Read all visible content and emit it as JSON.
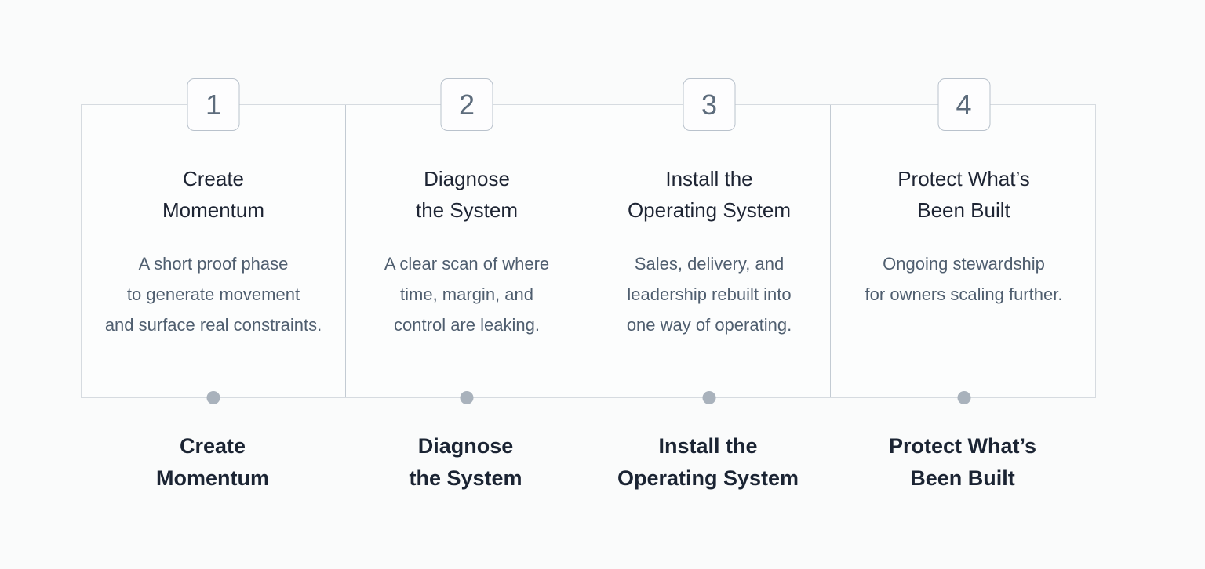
{
  "steps": [
    {
      "number": "1",
      "title_lines": [
        "Create",
        "Momentum"
      ],
      "desc_lines": [
        "A short proof phase",
        "to generate movement",
        "and surface real constraints."
      ],
      "label_lines": [
        "Create",
        "Momentum"
      ]
    },
    {
      "number": "2",
      "title_lines": [
        "Diagnose",
        "the System"
      ],
      "desc_lines": [
        "A clear scan of where",
        "time, margin, and",
        "control are leaking."
      ],
      "label_lines": [
        "Diagnose",
        "the System"
      ]
    },
    {
      "number": "3",
      "title_lines": [
        "Install the",
        "Operating System"
      ],
      "desc_lines": [
        "Sales, delivery, and",
        "leadership rebuilt into",
        "one way of operating."
      ],
      "label_lines": [
        "Install the",
        "Operating System"
      ]
    },
    {
      "number": "4",
      "title_lines": [
        "Protect What’s",
        "Been Built"
      ],
      "desc_lines": [
        "Ongoing stewardship",
        "for owners scaling further."
      ],
      "label_lines": [
        "Protect What’s",
        "Been Built"
      ]
    }
  ],
  "colors": {
    "page_background": "#fafbfb",
    "container_border": "#d6dbe0",
    "divider": "#c3cbd3",
    "badge_border": "#b9c2cc",
    "badge_number": "#5d6c7c",
    "title_text": "#1d2433",
    "body_text": "#4f5e6f",
    "dot": "#a9b2bc",
    "label_text": "#1b2433"
  }
}
